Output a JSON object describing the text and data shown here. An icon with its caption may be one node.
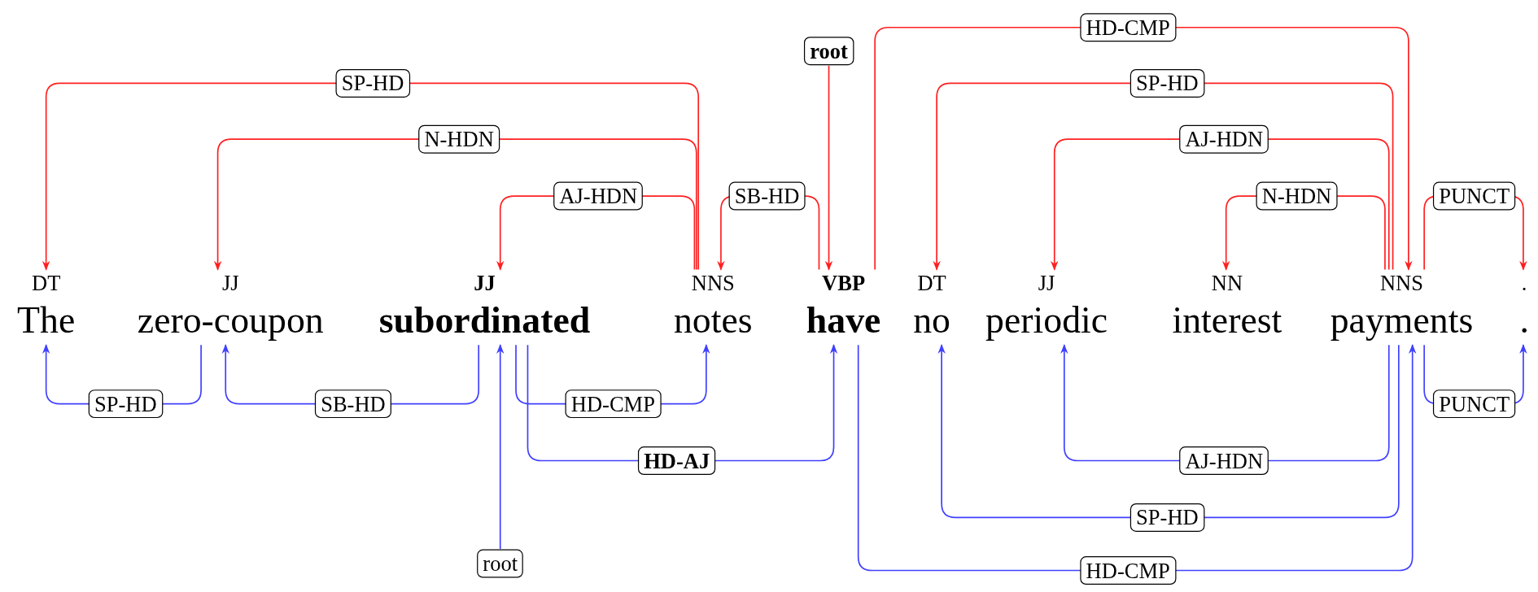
{
  "diagram": {
    "nodes": [
      {
        "text": [
          "root"
        ]
      },
      {
        "text": [
          "DT",
          "The"
        ]
      },
      {
        "text": [
          "JJ",
          "zero-coupon"
        ]
      },
      {
        "text": [
          "JJ",
          "subordinated"
        ]
      },
      {
        "text": [
          "NNS",
          "notes"
        ]
      },
      {
        "text": [
          "VBP",
          "have"
        ]
      },
      {
        "text": [
          "DT",
          "no"
        ]
      },
      {
        "text": [
          "JJ",
          "periodic"
        ]
      },
      {
        "text": [
          "NN",
          "interest"
        ]
      },
      {
        "text": [
          "NNS",
          "payments"
        ]
      },
      {
        "text": [
          ".",
          "."
        ]
      },
      {
        "text": [
          "root"
        ]
      }
    ],
    "edges": [
      {
        "from": 0,
        "to": 5,
        "arrow": "to"
      },
      {
        "from": 4,
        "to": 1,
        "arrow": "to",
        "label": "SP-HD"
      },
      {
        "from": 4,
        "to": 2,
        "arrow": "to",
        "label": "N-HDN"
      },
      {
        "from": 4,
        "to": 3,
        "arrow": "to",
        "label": "AJ-HDN"
      },
      {
        "from": 5,
        "to": 4,
        "arrow": "to",
        "label": "SB-HD"
      },
      {
        "from": 5,
        "to": 9,
        "arrow": "to",
        "label": "HD-CMP"
      },
      {
        "from": 9,
        "to": 6,
        "arrow": "to",
        "label": "SP-HD"
      },
      {
        "from": 9,
        "to": 7,
        "arrow": "to",
        "label": "AJ-HDN"
      },
      {
        "from": 9,
        "to": 8,
        "arrow": "to",
        "label": "N-HDN"
      },
      {
        "from": 9,
        "to": 10,
        "arrow": "to",
        "label": "PUNCT"
      },
      {
        "from": 2,
        "to": 1,
        "arrow": "to",
        "label": "SP-HD",
        "color": "#4040ff"
      },
      {
        "from": 3,
        "to": 2,
        "arrow": "to",
        "label": "SB-HD",
        "color": "#4040ff"
      },
      {
        "from": 3,
        "to": 4,
        "arrow": "to",
        "label": "HD-CMP",
        "color": "#4040ff"
      },
      {
        "from": 3,
        "to": 5,
        "arrow": "to",
        "label": "HD-AJ",
        "color": "#4040ff"
      },
      {
        "from": 11,
        "to": 3,
        "arrow": "to",
        "color": "#4040ff"
      },
      {
        "from": 9,
        "to": 7,
        "arrow": "to",
        "label": "AJ-HDN",
        "color": "#4040ff"
      },
      {
        "from": 9,
        "to": 6,
        "arrow": "to",
        "label": "SP-HD",
        "color": "#4040ff"
      },
      {
        "from": 5,
        "to": 9,
        "arrow": "to",
        "label": "HD-CMP",
        "color": "#4040ff"
      },
      {
        "from": 9,
        "to": 10,
        "arrow": "to",
        "label": "PUNCT",
        "color": "#4040ff"
      }
    ]
  }
}
